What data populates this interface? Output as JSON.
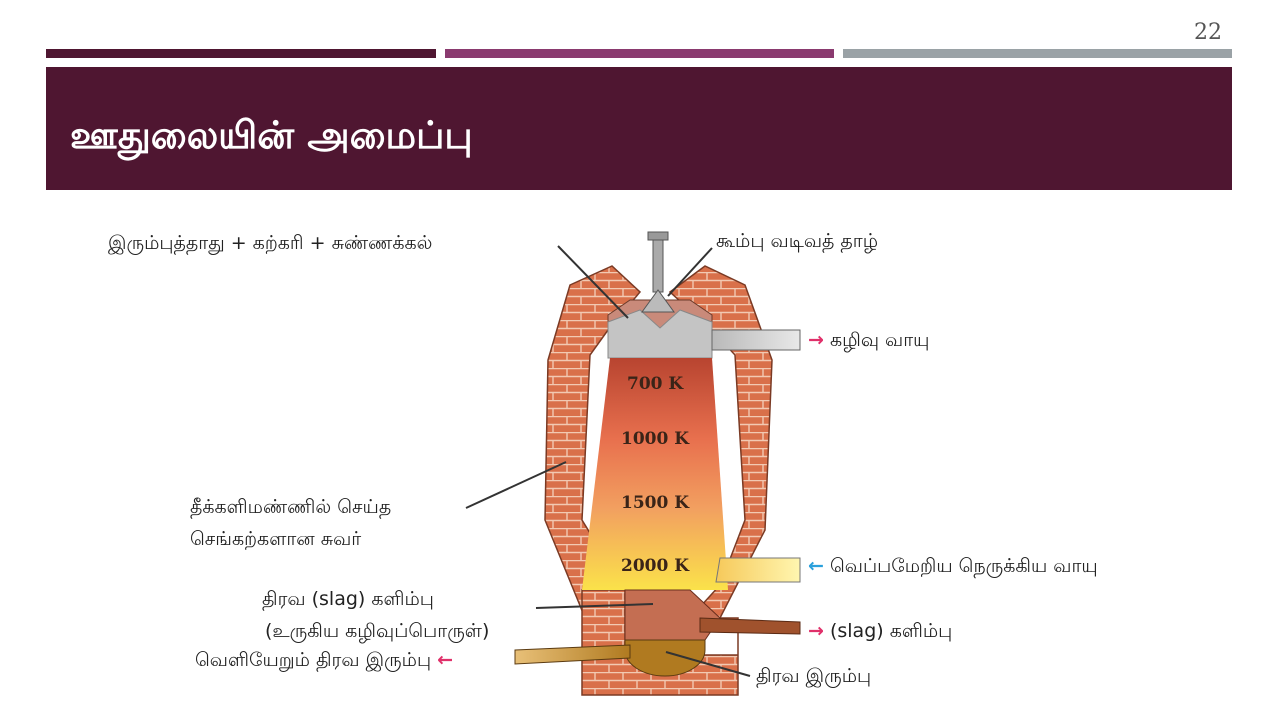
{
  "slide": {
    "page_number": "22",
    "title": "ஊதுலையின் அமைப்பு",
    "colors": {
      "band": "#4f1631",
      "bar1": "#4f1631",
      "bar2": "#8a3a6f",
      "bar3": "#9aa2a6"
    }
  },
  "diagram": {
    "temperatures": [
      "700 K",
      "1000 K",
      "1500 K",
      "2000 K"
    ],
    "labels": {
      "charge": "இரும்புத்தாது + கற்கரி + சுண்ணக்கல்",
      "cone_hopper": "கூம்பு வடிவத் தாழ்",
      "waste_gas": "கழிவு வாயு",
      "wall_line1": "தீக்களிமண்ணில் செய்த",
      "wall_line2": "செங்கற்களான சுவர்",
      "hot_air": "வெப்பமேறிய நெருக்கிய வாயு",
      "slag_line1": "திரவ (slag) களிம்பு",
      "slag_line2": "(உருகிய கழிவுப்பொருள்)",
      "slag_out": "(slag) களிம்பு",
      "iron_out": "வெளியேறும் திரவ இரும்பு",
      "molten_iron": "திரவ இரும்பு"
    },
    "arrow_glyph": "→",
    "arrow_glyph_left": "←"
  }
}
